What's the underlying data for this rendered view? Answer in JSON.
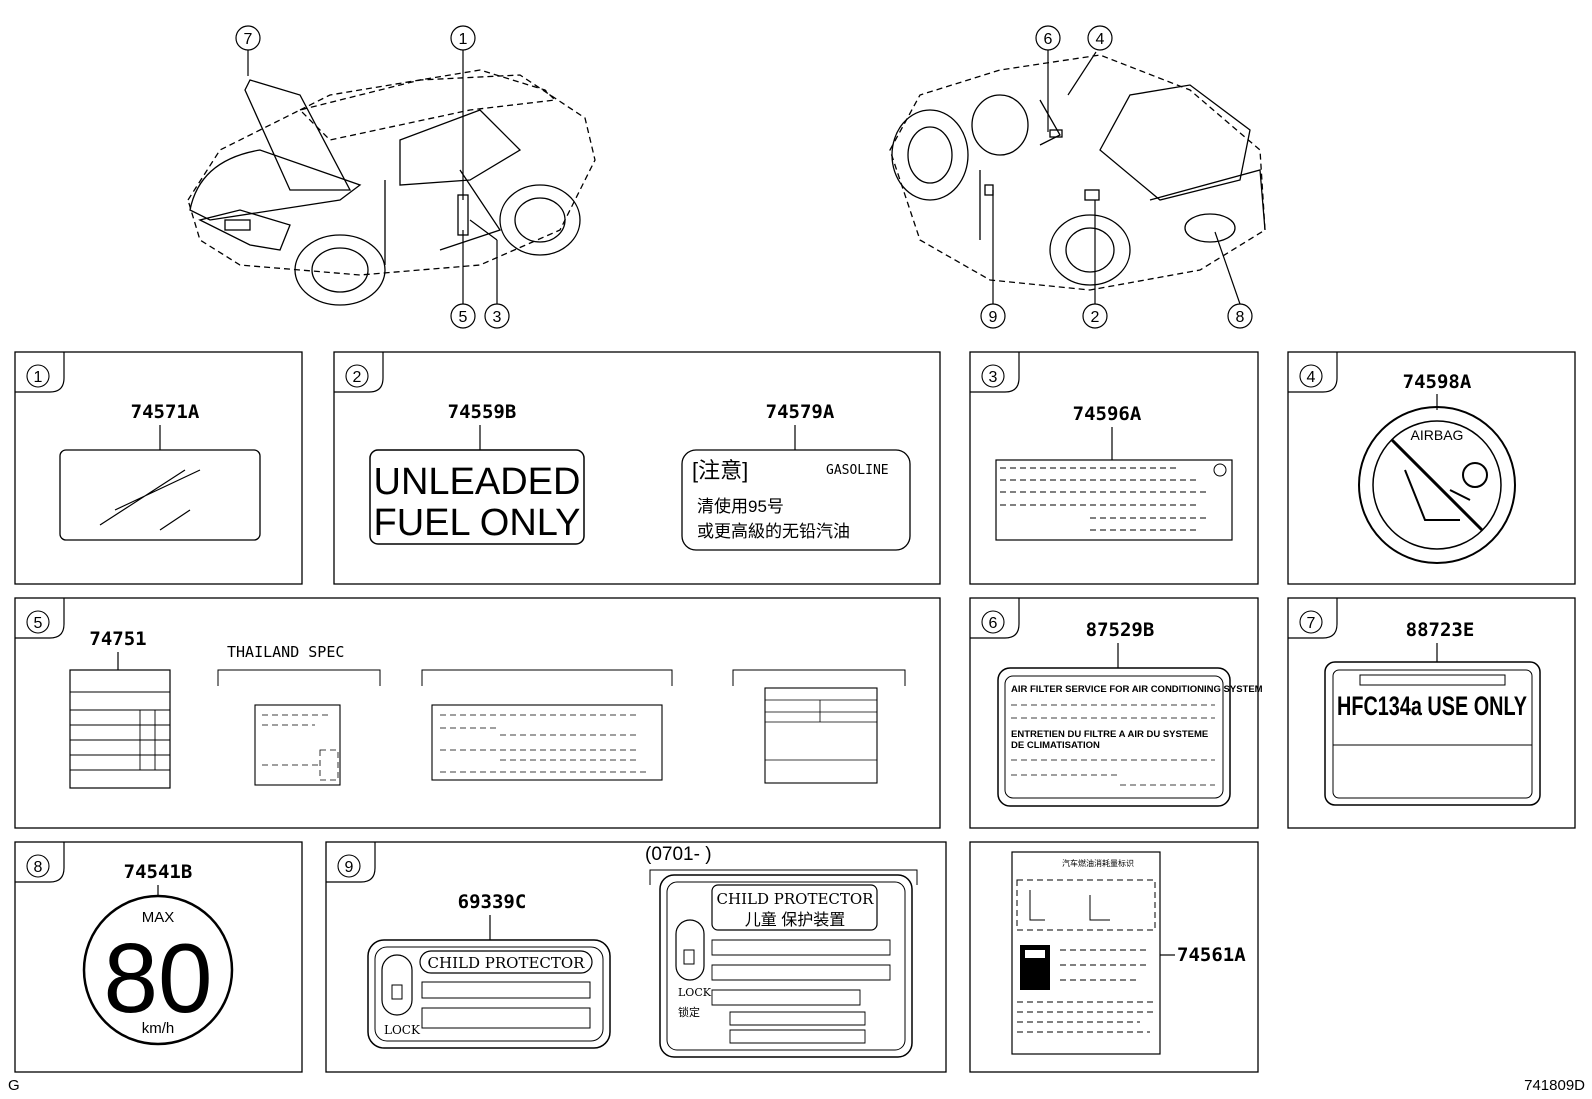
{
  "diagram": {
    "callouts": [
      "7",
      "1",
      "5",
      "3",
      "6",
      "4",
      "9",
      "2",
      "8"
    ],
    "panels": {
      "p1": {
        "number": "1",
        "parts": [
          "74571A"
        ]
      },
      "p2": {
        "number": "2",
        "parts": [
          "74559B",
          "74579A"
        ],
        "unleaded_line1": "UNLEADED",
        "unleaded_line2": "FUEL ONLY",
        "caution_title": "[注意]",
        "gasoline": "GASOLINE",
        "cn_line1": "清使用95号",
        "cn_line2": "或更高級的无铅汽油"
      },
      "p3": {
        "number": "3",
        "parts": [
          "74596A"
        ]
      },
      "p4": {
        "number": "4",
        "parts": [
          "74598A"
        ],
        "airbag": "AIRBAG"
      },
      "p5": {
        "number": "5",
        "parts": [
          "74751"
        ],
        "thailand": "THAILAND SPEC"
      },
      "p6": {
        "number": "6",
        "parts": [
          "87529B"
        ],
        "line1": "AIR FILTER SERVICE FOR AIR CONDITIONING SYSTEM",
        "line2": "ENTRETIEN DU FILTRE A AIR DU SYSTEME",
        "line3": "DE CLIMATISATION"
      },
      "p7": {
        "number": "7",
        "parts": [
          "88723E"
        ],
        "text": "HFC134a USE ONLY"
      },
      "p8": {
        "number": "8",
        "parts": [
          "74541B"
        ],
        "max": "MAX",
        "speed": "80",
        "unit": "km/h"
      },
      "p9": {
        "number": "9",
        "parts": [
          "69339C"
        ],
        "range": "(0701-      )",
        "child": "CHILD PROTECTOR",
        "child_cn": "儿童 保护装置",
        "lock": "LOCK",
        "lock_cn": "锁定"
      },
      "p10": {
        "parts": [
          "74561A"
        ],
        "cn_header": "汽车燃油消耗量标识"
      }
    },
    "footer_left": "G",
    "footer_right": "741809D"
  }
}
